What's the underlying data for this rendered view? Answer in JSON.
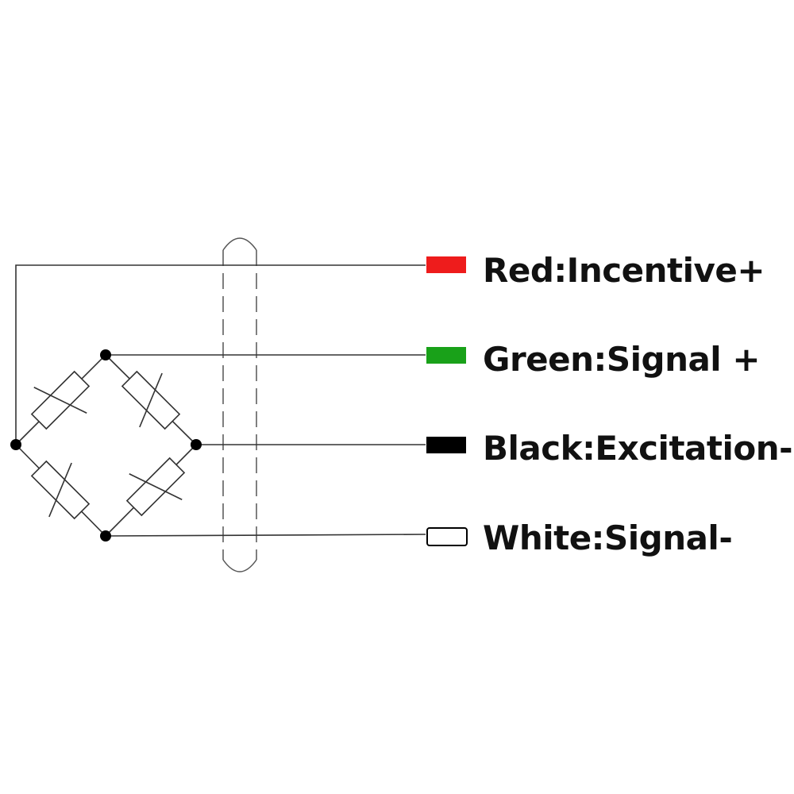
{
  "wires": [
    {
      "id": "red",
      "label": "Red:Incentive+",
      "swatch_color": "#ee1c1c"
    },
    {
      "id": "green",
      "label": "Green:Signal +",
      "swatch_color": "#19a119"
    },
    {
      "id": "black",
      "label": "Black:Excitation-",
      "swatch_color": "#000000"
    },
    {
      "id": "white",
      "label": "White:Signal-",
      "swatch_color": "#ffffff"
    }
  ],
  "colors": {
    "line": "#333333",
    "cable_outline": "#555555",
    "node": "#000000",
    "swatch_border": "#000000"
  }
}
